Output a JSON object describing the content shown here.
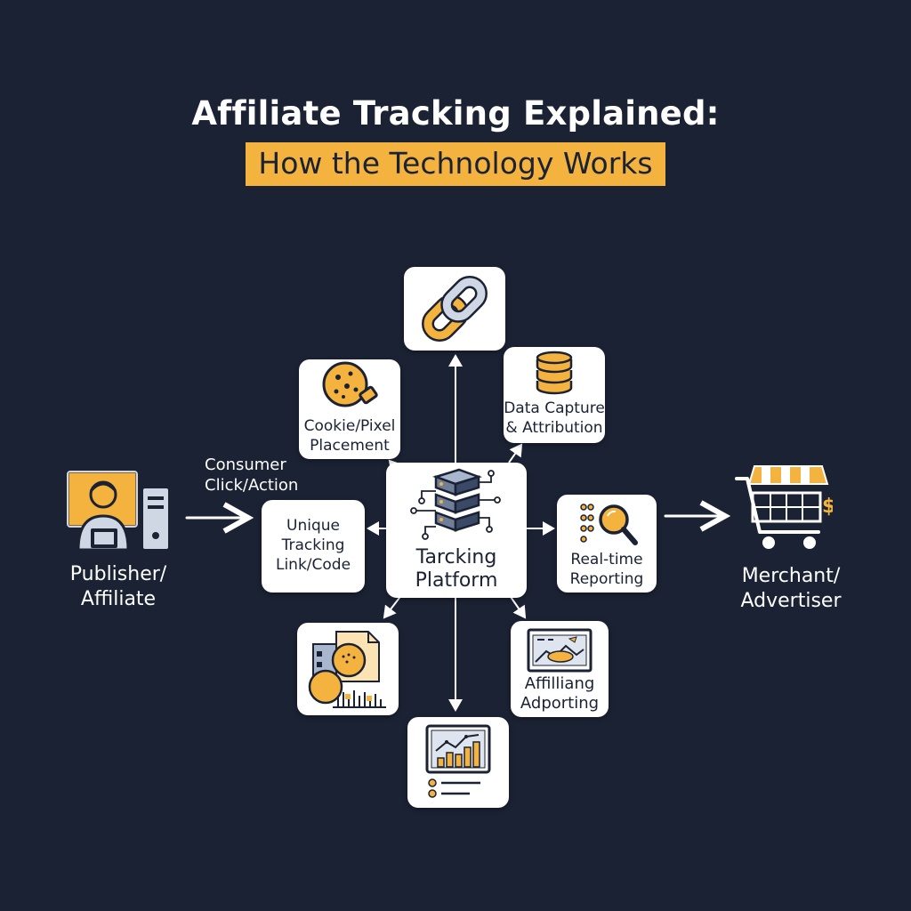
{
  "title": "Affiliate Tracking Explained:",
  "subtitle": "How the Technology Works",
  "publisher": {
    "label_line1": "Publisher/",
    "label_line2": "Affiliate",
    "icon": "user-computer-icon"
  },
  "merchant": {
    "label_line1": "Merchant/",
    "label_line2": "Advertiser",
    "icon": "shopping-cart-store-icon"
  },
  "flow_label": {
    "line1": "Consumer",
    "line2": "Click/Action"
  },
  "center": {
    "line1": "Tarcking",
    "line2": "Platform",
    "icon": "server-stack-icon"
  },
  "nodes": {
    "link": {
      "icon": "chain-link-icon"
    },
    "cookie": {
      "line1": "Cookie/Pixel",
      "line2": "Placement",
      "icon": "cookie-icon"
    },
    "data": {
      "line1": "Data Capture",
      "line2": "& Attribution",
      "icon": "database-icon"
    },
    "unique": {
      "line1": "Unique",
      "line2": "Tracking",
      "line3": "Link/Code"
    },
    "realtime": {
      "line1": "Real-time",
      "line2": "Reporting",
      "icon": "magnifier-icon"
    },
    "docs": {
      "icon": "documents-coins-icon"
    },
    "affiliang": {
      "line1": "Affilliang",
      "line2": "Adporting",
      "icon": "monitor-chart-icon"
    },
    "dashboard": {
      "icon": "dashboard-chart-icon"
    }
  },
  "colors": {
    "background": "#1b2233",
    "accent": "#f4b23f",
    "card": "#ffffff",
    "ink": "#1b2233"
  }
}
